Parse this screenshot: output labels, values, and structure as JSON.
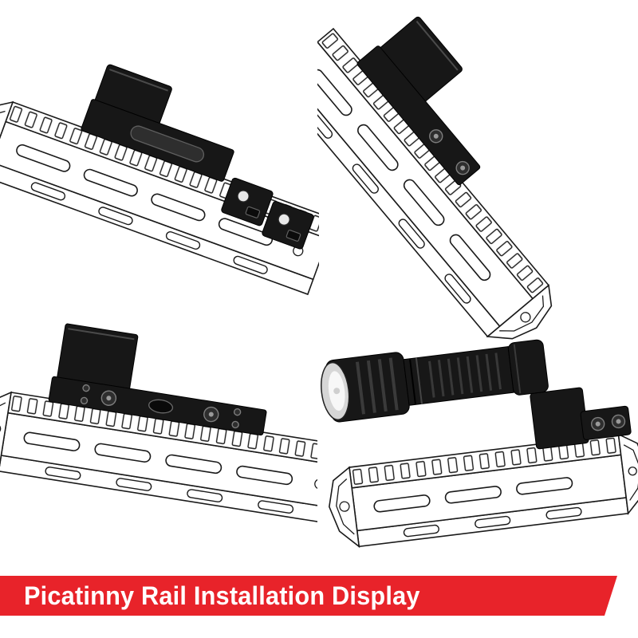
{
  "banner": {
    "title": "Picatinny Rail Installation Display",
    "background_color": "#e8232a",
    "text_color": "#ffffff"
  },
  "palette": {
    "line_art": "#1a1a1a",
    "hardware_black": "#171717",
    "background": "#ffffff"
  },
  "illustrations": {
    "top_left": "mount-clamp-on-mlok-rail-with-exploded-segments",
    "top_right": "mount-installed-on-steep-angled-rail",
    "bottom_left": "mount-base-plate-with-screws-on-rail",
    "bottom_right": "flashlight-on-offset-picatinny-mount"
  }
}
